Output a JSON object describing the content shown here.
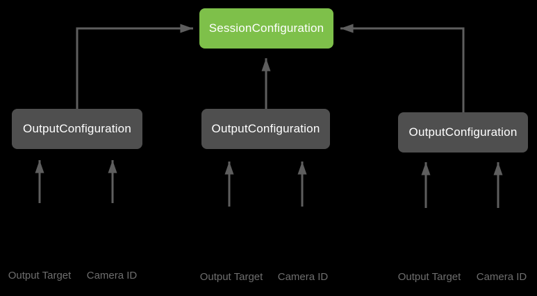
{
  "colors": {
    "background": "#000000",
    "session_box": "#7EC04A",
    "output_box": "#4F4F4F",
    "box_text": "#FFFFFF",
    "arrow": "#5E5E5E",
    "label_text": "#6E6E6E"
  },
  "diagram": {
    "session": {
      "label": "SessionConfiguration"
    },
    "outputs": [
      {
        "label": "OutputConfiguration",
        "inputs": [
          "Output Target",
          "Camera ID"
        ]
      },
      {
        "label": "OutputConfiguration",
        "inputs": [
          "Output Target",
          "Camera ID"
        ]
      },
      {
        "label": "OutputConfiguration",
        "inputs": [
          "Output Target",
          "Camera ID"
        ]
      }
    ]
  }
}
